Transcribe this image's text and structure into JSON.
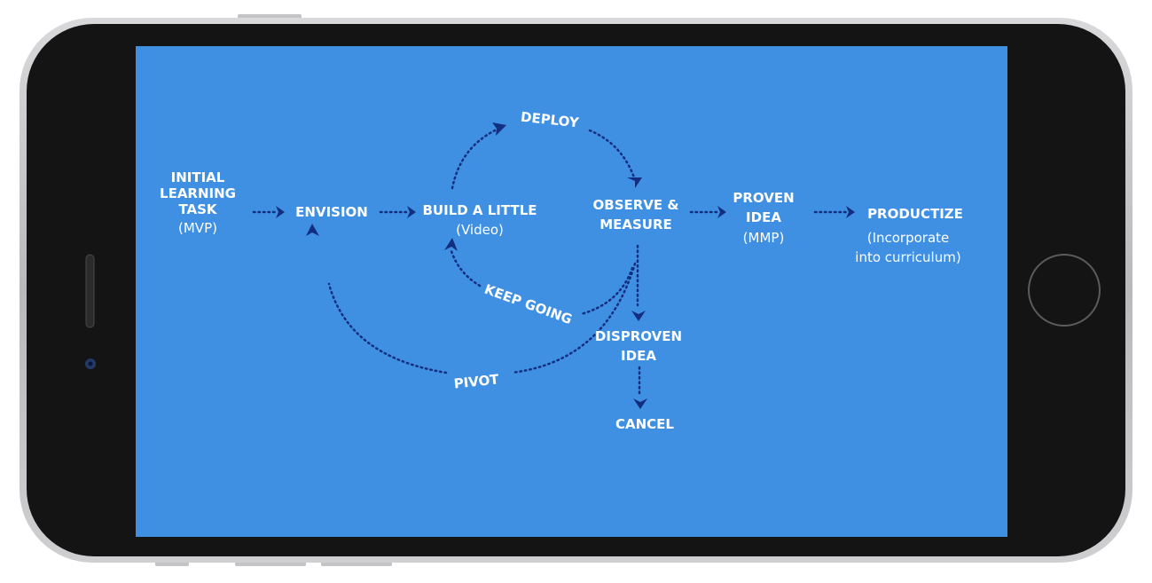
{
  "diagram": {
    "initial": {
      "line1": "INITIAL",
      "line2": "LEARNING",
      "line3": "TASK",
      "sub": "(MVP)"
    },
    "envision": "ENVISION",
    "build": {
      "label": "BUILD A LITTLE",
      "sub": "(Video)"
    },
    "deploy": "DEPLOY",
    "observe": {
      "line1": "OBSERVE &",
      "line2": "MEASURE"
    },
    "proven": {
      "line1": "PROVEN",
      "line2": "IDEA",
      "sub": "(MMP)"
    },
    "productize": {
      "label": "PRODUCTIZE",
      "sub1": "(Incorporate",
      "sub2": "into curriculum)"
    },
    "keep_going": "KEEP GOING",
    "pivot": "PIVOT",
    "disproven": {
      "line1": "DISPROVEN",
      "line2": "IDEA"
    },
    "cancel": "CANCEL"
  },
  "colors": {
    "screen": "#3f90e3",
    "arrows": "#132e7e",
    "text": "#ffffff",
    "device": "#1a1a1a"
  }
}
